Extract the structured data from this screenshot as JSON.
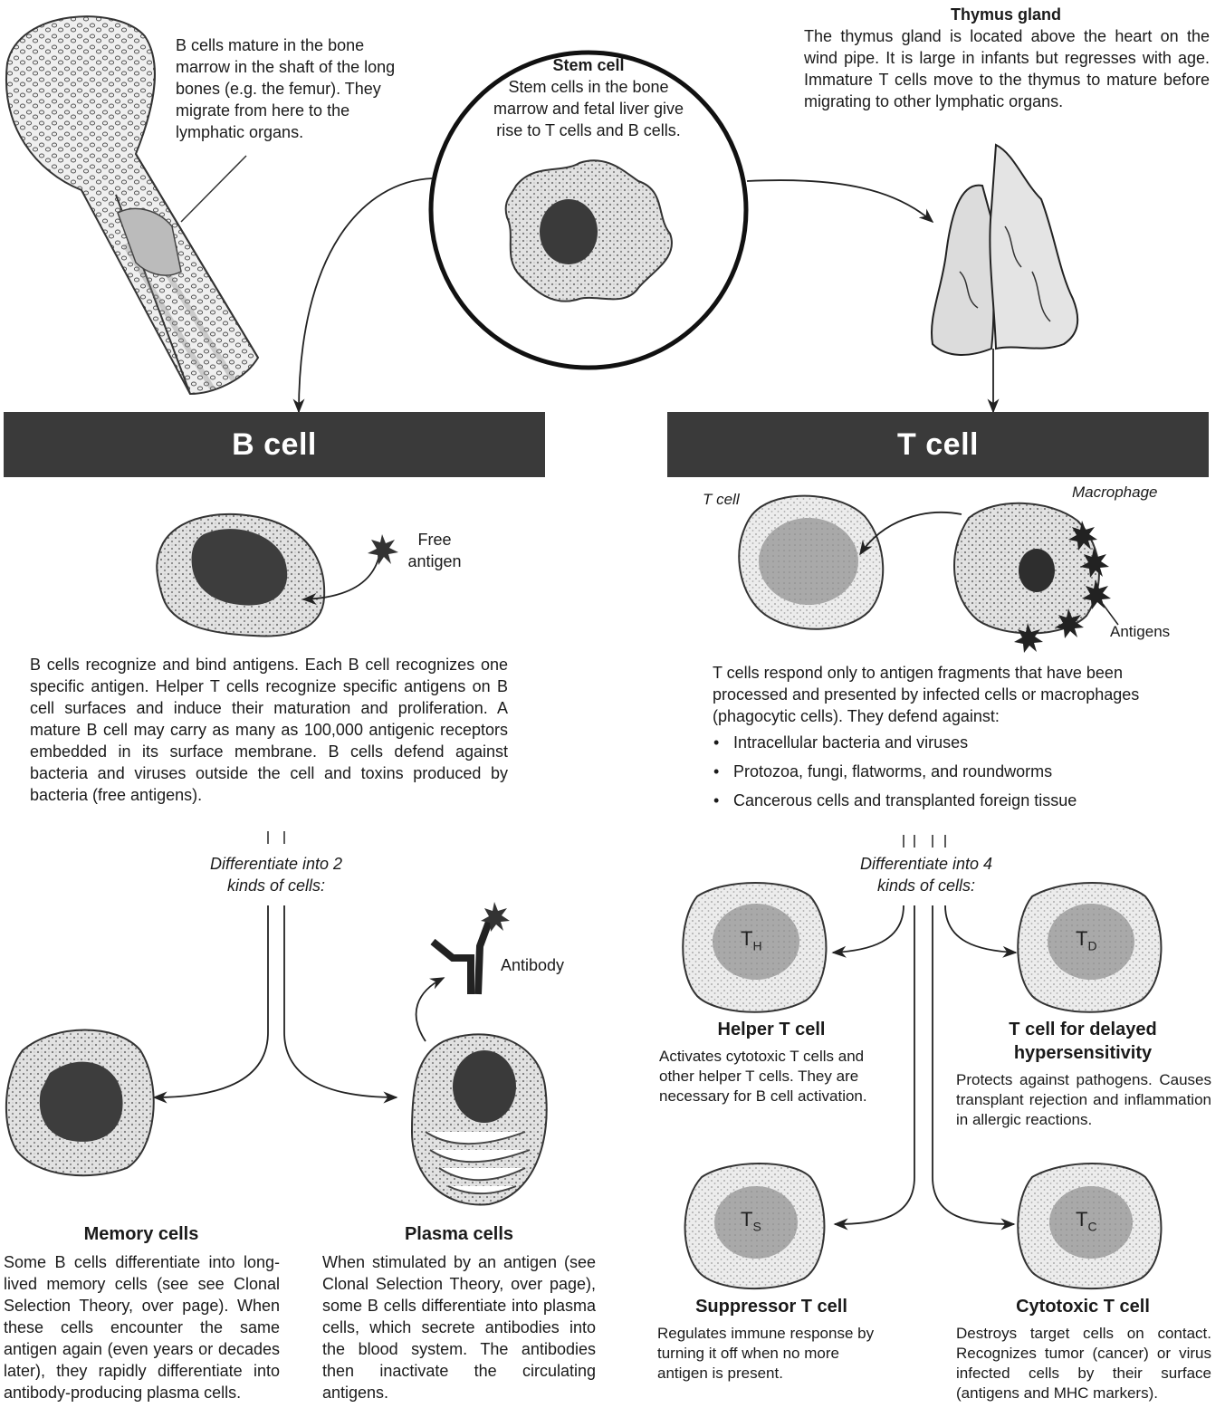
{
  "stem": {
    "title": "Stem cell",
    "text": "Stem cells in the bone marrow and fetal liver give rise to T cells and B cells."
  },
  "bone_text": "B cells mature in the bone marrow in the shaft of the long bones (e.g. the femur). They migrate from here to the lymphatic organs.",
  "thymus": {
    "title": "Thymus gland",
    "text": "The thymus gland is located above the heart on the wind pipe. It is large in infants but regresses with age. Immature T cells move to the thymus to mature before migrating to other lymphatic organs."
  },
  "bcell": {
    "banner": "B cell",
    "free_antigen": "Free antigen",
    "description": "B cells recognize and bind antigens. Each B cell recognizes one specific antigen. Helper T cells recognize specific antigens on B cell surfaces and induce their maturation and proliferation. A mature B cell may carry as many as 100,000 antigenic receptors embedded in its surface membrane. B cells defend against bacteria and viruses outside the cell and toxins produced by bacteria (free antigens).",
    "differentiate": "Differentiate into 2 kinds of cells:",
    "antibody_label": "Antibody",
    "memory": {
      "title": "Memory cells",
      "text": "Some B cells differentiate into long-lived memory cells (see see Clonal Selection Theory, over page). When these cells encounter the same antigen again (even years or decades later), they rapidly differentiate into antibody-producing plasma cells."
    },
    "plasma": {
      "title": "Plasma cells",
      "text": "When stimulated by an antigen (see Clonal Selection Theory, over page), some B cells differentiate into plasma cells, which secrete antibodies into the blood system. The antibodies then inactivate the circulating antigens."
    }
  },
  "tcell": {
    "banner": "T cell",
    "tcell_label": "T cell",
    "macrophage_label": "Macrophage",
    "antigens_label": "Antigens",
    "description": "T cells respond only to antigen fragments that have been processed and presented by infected cells or macrophages (phagocytic cells). They defend against:",
    "defends": [
      "Intracellular bacteria and viruses",
      "Protozoa, fungi, flatworms, and roundworms",
      "Cancerous cells and transplanted foreign tissue"
    ],
    "differentiate": "Differentiate into 4 kinds of cells:",
    "helper": {
      "symbol": "T",
      "sub": "H",
      "title": "Helper T cell",
      "text": "Activates cytotoxic T cells and other helper T cells. They are necessary for B cell activation."
    },
    "delayed": {
      "symbol": "T",
      "sub": "D",
      "title": "T cell for delayed hypersensitivity",
      "text": "Protects against pathogens. Causes transplant rejection and inflammation in allergic reactions."
    },
    "suppressor": {
      "symbol": "T",
      "sub": "S",
      "title": "Suppressor T cell",
      "text": "Regulates immune response by turning it off when no more antigen is present."
    },
    "cytotoxic": {
      "symbol": "T",
      "sub": "C",
      "title": "Cytotoxic T cell",
      "text": "Destroys target cells on contact. Recognizes tumor (cancer) or virus infected cells by their surface (antigens and MHC markers)."
    }
  }
}
